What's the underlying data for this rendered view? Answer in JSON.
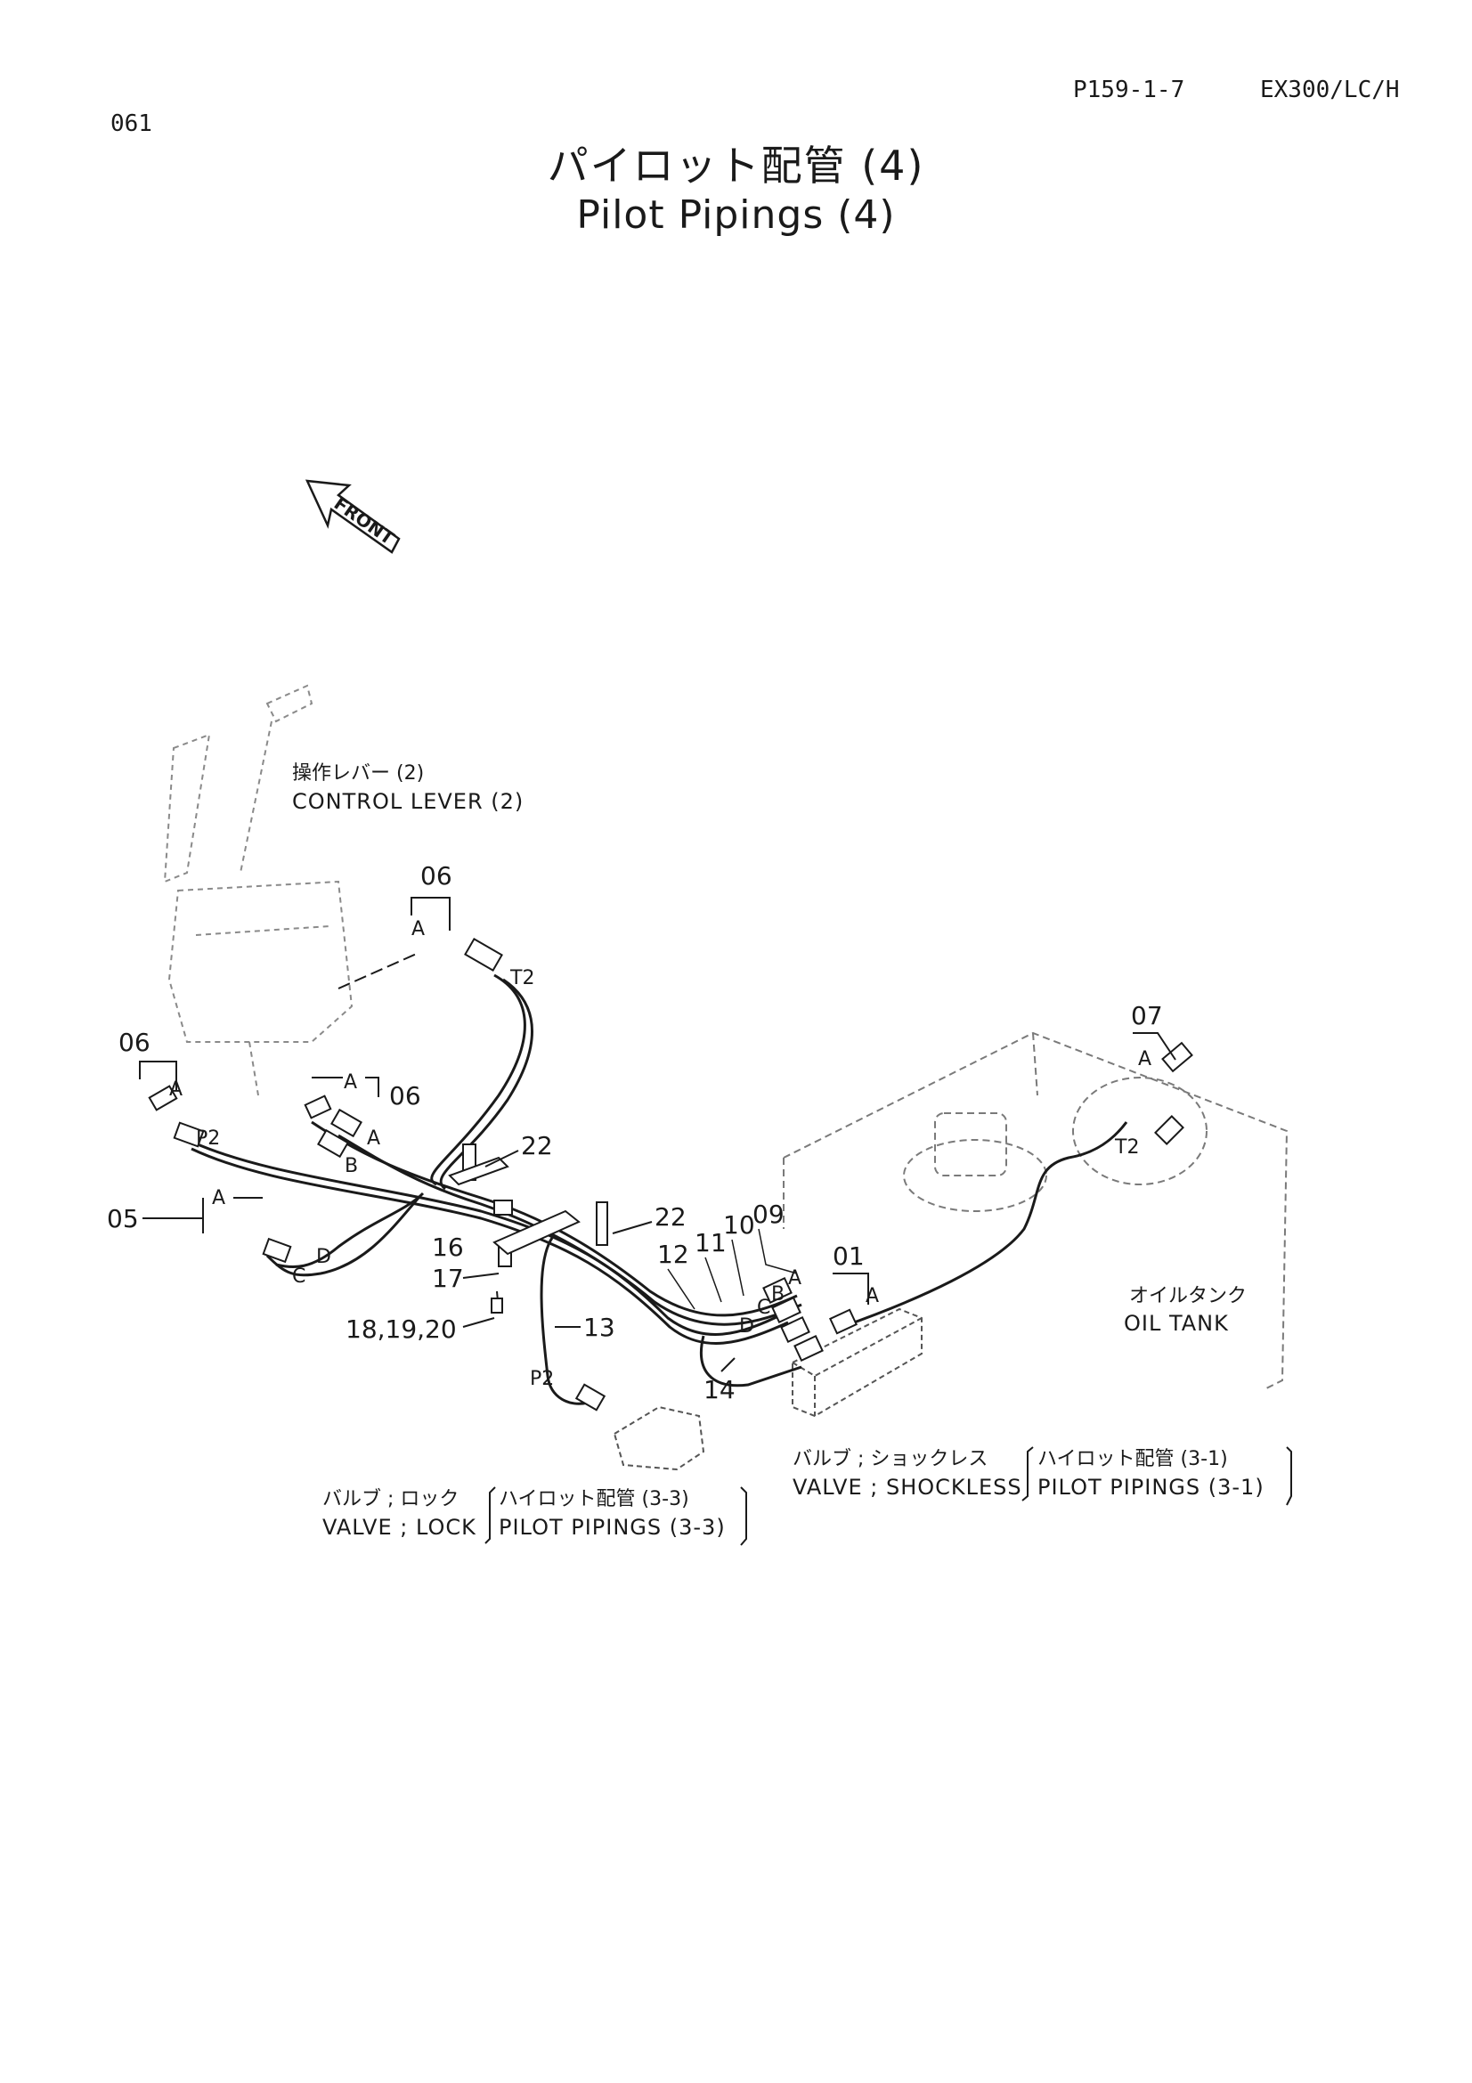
{
  "header": {
    "page_code": "061",
    "part_ref": "P159-1-7",
    "model": "EX300/LC/H"
  },
  "title": {
    "japanese": "パイロット配管 (4)",
    "english": "Pilot Pipings (4)"
  },
  "front_arrow": "FRONT",
  "labels": {
    "control_lever_jp": "操作レバー (2)",
    "control_lever_en": "CONTROL LEVER (2)",
    "oil_tank_jp": "オイルタンク",
    "oil_tank_en": "OIL TANK",
    "valve_shockless_jp": "バルブ ; ショックレス",
    "valve_shockless_ref_jp": "ハイロット配管 (3-1)",
    "valve_shockless_en": "VALVE ; SHOCKLESS",
    "valve_shockless_ref_en": "PILOT PIPINGS (3-1)",
    "valve_lock_jp": "バルブ ; ロック",
    "valve_lock_ref_jp": "ハイロット配管 (3-3)",
    "valve_lock_en": "VALVE ; LOCK",
    "valve_lock_ref_en": "PILOT PIPINGS (3-3)"
  },
  "callouts": {
    "c06a": "06",
    "c06b": "06",
    "c06c": "06",
    "c07": "07",
    "c05": "05",
    "c01": "01",
    "c22a": "22",
    "c22b": "22",
    "c16": "16",
    "c17": "17",
    "c181920": "18,19,20",
    "c13": "13",
    "c14": "14",
    "c12": "12",
    "c11": "11",
    "c10": "10",
    "c09": "09",
    "pa1": "A",
    "pa2": "A",
    "pa3": "A",
    "pa4": "A",
    "pa5": "A",
    "pa6": "A",
    "pa7": "A",
    "pa8": "A",
    "pb1": "B",
    "pb2": "B",
    "pc1": "C",
    "pc2": "C",
    "pd1": "D",
    "pd2": "D",
    "t2a": "T2",
    "t2b": "T2",
    "p2a": "P2",
    "p2b": "P2"
  }
}
